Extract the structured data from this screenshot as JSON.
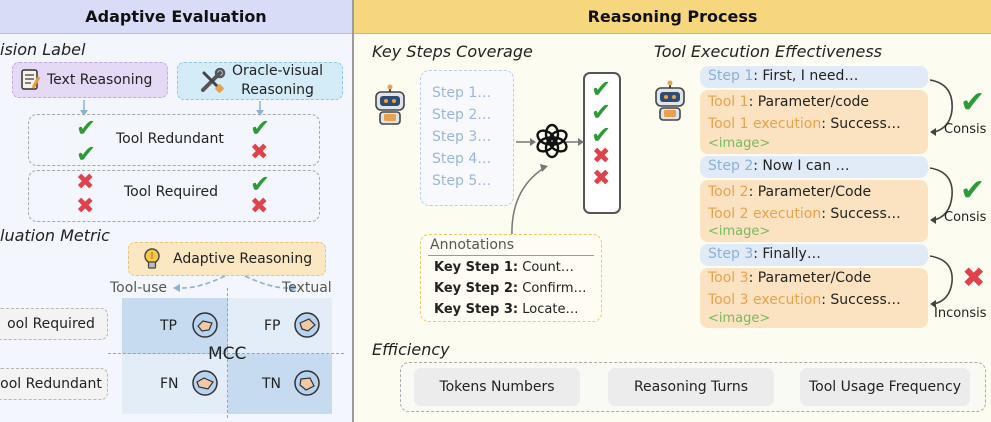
{
  "header": {
    "left_title": "Adaptive Evaluation",
    "right_title": "Reasoning Process"
  },
  "left": {
    "decision_label": "ision Label",
    "text_reasoning": "Text Reasoning",
    "oracle_line1": "Oracle-visual",
    "oracle_line2": "Reasoning",
    "tool_redundant": "Tool Redundant",
    "tool_required": "Tool Required",
    "eval_metric": "luation Metric",
    "adaptive_reasoning": "Adaptive Reasoning",
    "tool_use": "Tool-use",
    "textual": "Textual",
    "row_required": "ool Required",
    "row_redundant": "ool Redundant",
    "tp": "TP",
    "fp": "FP",
    "fn": "FN",
    "tn": "TN",
    "mcc": "MCC"
  },
  "middle": {
    "key_steps_title": "Key Steps Coverage",
    "steps": [
      "Step 1…",
      "Step 2…",
      "Step 3…",
      "Step 4…",
      "Step 5…"
    ],
    "annotations_title": "Annotations",
    "annotations": [
      {
        "key": "Key Step 1:",
        "text": " Count…"
      },
      {
        "key": "Key Step 2:",
        "text": " Confirm…"
      },
      {
        "key": "Key Step 3:",
        "text": " Locate…"
      }
    ]
  },
  "right": {
    "title": "Tool Execution Effectiveness",
    "blocks": [
      {
        "step": "Step 1",
        "step_text": ": First, I need…",
        "tool": "Tool 1",
        "tool_text": ": Parameter/code",
        "exec": "Tool 1 execution",
        "exec_text": ": Success…",
        "image": "<image>",
        "verdict": "Consis"
      },
      {
        "step": "Step 2",
        "step_text": ": Now I can …",
        "tool": "Tool 2",
        "tool_text": ":  Parameter/Code",
        "exec": "Tool 2 execution",
        "exec_text": ": Success…",
        "image": "<image>",
        "verdict": "Consis"
      },
      {
        "step": "Step 3",
        "step_text": ": Finally…",
        "tool": "Tool 3",
        "tool_text": ":  Parameter/Code",
        "exec": "Tool 3 execution",
        "exec_text": ": Success…",
        "image": "<image>",
        "verdict": "Inconsis"
      }
    ]
  },
  "efficiency": {
    "title": "Efficiency",
    "items": [
      "Tokens Numbers",
      "Reasoning Turns",
      "Tool Usage Frequency"
    ]
  },
  "glyphs": {
    "check": "✔",
    "cross": "✖"
  },
  "colors": {
    "left_header": "#d9dcf6",
    "right_header": "#f7d77e",
    "left_bg": "#f3f6fc",
    "right_bg": "#fdfcf0",
    "check": "#2f9a38",
    "cross": "#e0424c",
    "tool_orange": "#e8a24f",
    "image_green": "#79b95d",
    "step_blue": "#8cb0d6"
  }
}
